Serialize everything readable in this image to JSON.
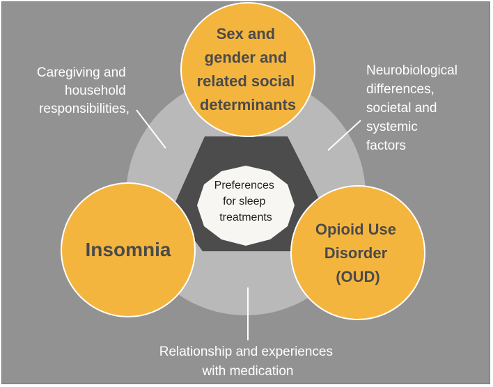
{
  "colors": {
    "background": "#929292",
    "ring": "#b9b9b9",
    "triangle": "#4c4c4c",
    "circle_fill": "#f4b53f",
    "circle_stroke": "#ffffff",
    "center_fill": "#f7f6f3",
    "connector": "#ffffff",
    "label_text": "#ffffff",
    "circle_text": "#4a4a4a"
  },
  "nodes": {
    "top": {
      "lines": [
        "Sex and",
        "gender and",
        "related social",
        "determinants"
      ]
    },
    "left": {
      "lines": [
        "Insomnia"
      ]
    },
    "right": {
      "lines": [
        "Opioid Use",
        "Disorder",
        "(OUD)"
      ]
    }
  },
  "center": {
    "lines": [
      "Preferences",
      "for sleep",
      "treatments"
    ]
  },
  "links": {
    "top_left": {
      "lines": [
        "Caregiving  and",
        "household",
        "responsibilities,"
      ]
    },
    "top_right": {
      "lines": [
        "Neurobiological",
        "differences,",
        "societal and",
        "systemic",
        "factors"
      ]
    },
    "bottom": {
      "lines": [
        "Relationship and experiences",
        "with medication"
      ]
    }
  }
}
